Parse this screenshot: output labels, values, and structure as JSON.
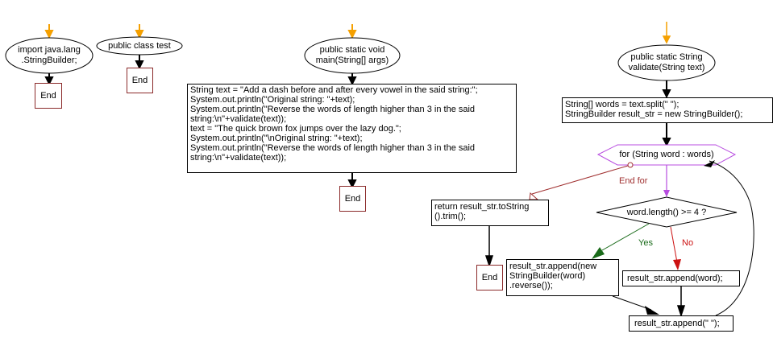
{
  "diagram": {
    "type": "flowchart",
    "colors": {
      "start_arrow": "#f5a000",
      "flow_arrow": "#000000",
      "end_node_border": "#8b2a2a",
      "loop_node": "#b84de0",
      "yes_branch": "#1a6b1a",
      "no_branch": "#cc1111",
      "end_for": "#a03030"
    },
    "flows": [
      {
        "id": "import",
        "start": [
          "import java.lang",
          ".StringBuilder;"
        ],
        "end_label": "End"
      },
      {
        "id": "class",
        "start": [
          "public class test"
        ],
        "end_label": "End"
      },
      {
        "id": "main",
        "start": [
          "public static void",
          "main(String[] args)"
        ],
        "process_lines": [
          "String text = \"Add a dash before and after every vowel in the said string:\";",
          "System.out.println(\"Original string: \"+text);",
          "System.out.println(\"Reverse the words of length higher than 3 in the said",
          "string:\\n\"+validate(text));",
          "text = \"The quick brown fox jumps over the lazy dog.\";",
          "System.out.println(\"\\nOriginal string: \"+text);",
          "System.out.println(\"Reverse the words of length higher than 3 in the said",
          "string:\\n\"+validate(text));"
        ],
        "end_label": "End"
      },
      {
        "id": "validate",
        "start": [
          "public static String",
          "validate(String text)"
        ],
        "init_lines": [
          "String[] words = text.split(\" \");",
          "StringBuilder result_str = new StringBuilder();"
        ],
        "loop": "for (String word : words)",
        "end_for_label": "End for",
        "condition": "word.length() >= 4 ?",
        "yes_label": "Yes",
        "no_label": "No",
        "yes_lines": [
          "result_str.append(new",
          "StringBuilder(word)",
          ".reverse());"
        ],
        "no_lines": [
          "result_str.append(word);"
        ],
        "append_space": "result_str.append(\" \");",
        "return_lines": [
          "return result_str.toString",
          "().trim();"
        ],
        "end_label": "End"
      }
    ]
  }
}
